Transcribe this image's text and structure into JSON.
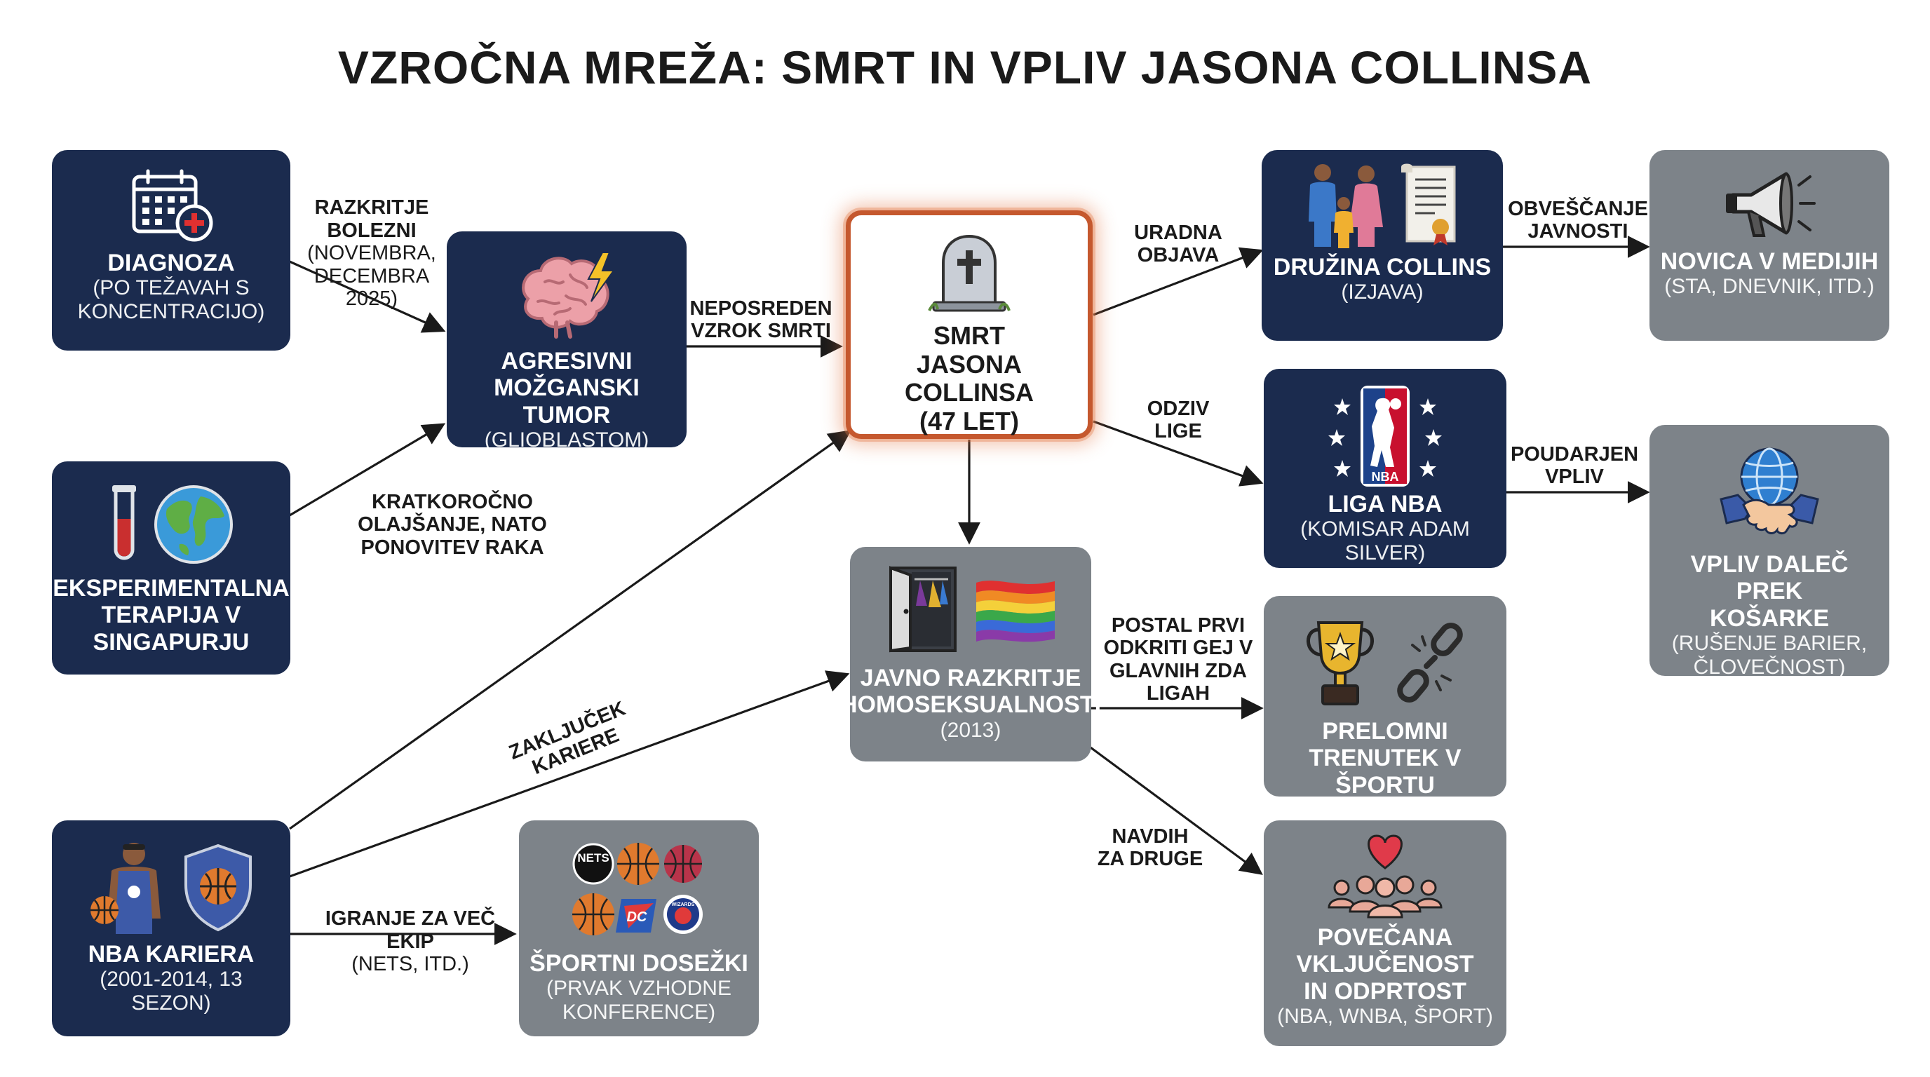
{
  "title": "VZROČNA MREŽA: SMRT IN VPLIV JASONA COLLINSA",
  "nodes": {
    "diagnoza": {
      "title": "DIAGNOZA",
      "subtitle": "(PO TEŽAVAH S\nKONCENTRACIJO)"
    },
    "terapija": {
      "title": "EKSPERIMENTALNA\nTERAPIJA V\nSINGAPURJU"
    },
    "kariera": {
      "title": "NBA KARIERA",
      "subtitle": "(2001-2014, 13 SEZON)"
    },
    "tumor": {
      "title": "AGRESIVNI\nMOŽGANSKI TUMOR",
      "subtitle": "(GLIOBLASTOM)"
    },
    "smrt": {
      "title": "SMRT\nJASONA COLLINSA",
      "subtitle": "(47 LET)"
    },
    "razkritje": {
      "title": "JAVNO RAZKRITJE\nHOMOSEKSUALNOSTI",
      "subtitle": "(2013)"
    },
    "dosezki": {
      "title": "ŠPORTNI DOSEŽKI",
      "subtitle": "(PRVAK VZHODNE\nKONFERENCE)",
      "logo_texts": [
        "NETS",
        "DC",
        "WIZARDS"
      ]
    },
    "druzina": {
      "title": "DRUŽINA COLLINS",
      "subtitle": "(IZJAVA)"
    },
    "nba": {
      "title": "LIGA NBA",
      "subtitle": "(KOMISAR ADAM SILVER)",
      "logo_text": "NBA"
    },
    "prelomni": {
      "title": "PRELOMNI\nTRENUTEK V ŠPORTU"
    },
    "vkljucenost": {
      "title": "POVEČANA\nVKLJUČENOST\nIN ODPRTOST",
      "subtitle": "(NBA, WNBA, ŠPORT)"
    },
    "novica": {
      "title": "NOVICA V MEDIJIH",
      "subtitle": "(STA, DNEVNIK, ITD.)"
    },
    "vpliv": {
      "title": "VPLIV DALEČ PREK\nKOŠARKE",
      "subtitle": "(RUŠENJE BARIER,\nČLOVEČNOST)"
    }
  },
  "edge_labels": {
    "razkritje_bolezni": {
      "main": "RAZKRITJE\nBOLEZNI",
      "sub": "(NOVEMBRA,\nDECEMBRA\n2025)"
    },
    "kratkorocno": "KRATKOROČNO\nOLAJŠANJE, NATO\nPONOVITEV RAKA",
    "neposreden": "NEPOSREDEN\nVZROK SMRTI",
    "zakljucek": "ZAKLJUČEK\nKARIERE",
    "igranje": {
      "main": "IGRANJE ZA VEČ\nEKIP",
      "sub": "(NETS, ITD.)"
    },
    "uradna": "URADNA\nOBJAVA",
    "odziv": "ODZIV\nLIGE",
    "postal": "POSTAL PRVI\nODKRITI GEJ V\nGLAVNIH ZDA\nLIGAH",
    "navdih": "NAVDIH\nZA DRUGE",
    "obvescanje": "OBVEŠČANJE\nJAVNOSTI",
    "poudarjen": "POUDARJEN\nVPLIV"
  },
  "icons": {
    "diagnoza": "calendar-medical-icon",
    "terapija": [
      "test-tube-icon",
      "globe-icon"
    ],
    "kariera": [
      "basketball-player-icon",
      "basketball-shield-icon"
    ],
    "tumor": "brain-lightning-icon",
    "smrt": "tombstone-cross-icon",
    "razkritje": [
      "closet-door-icon",
      "rainbow-flag-icon"
    ],
    "dosezki": "team-logos-icon",
    "druzina": [
      "family-icon",
      "certificate-icon"
    ],
    "nba": "nba-logo-stars-icon",
    "prelomni": [
      "trophy-icon",
      "broken-chain-icon"
    ],
    "vkljucenost": "heart-community-icon",
    "novica": "megaphone-icon",
    "vpliv": "globe-handshake-icon"
  },
  "colors": {
    "dark_node": "#1b2b4e",
    "gray_node": "#7d8389",
    "focus_border": "#c5582e",
    "arrow": "#1a1a1a"
  }
}
